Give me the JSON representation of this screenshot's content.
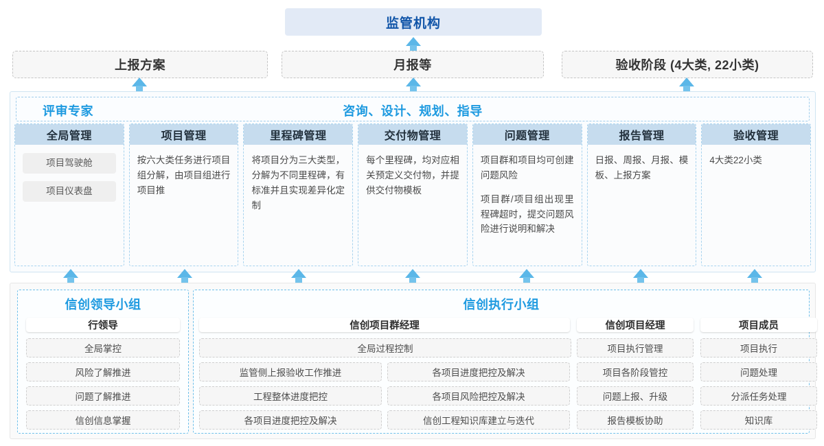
{
  "colors": {
    "accent_blue": "#1e9ae0",
    "title_blue": "#1155a8",
    "card_head": "#c6dcee",
    "top_box_bg": "#e2eaf6",
    "arrow": "#5bb7e8"
  },
  "top": {
    "authority_label": "监管机构"
  },
  "reports": [
    {
      "label": "上报方案"
    },
    {
      "label": "月报等"
    },
    {
      "label": "验收阶段 (4大类, 22小类)"
    }
  ],
  "services_panel": {
    "left_title": "评审专家",
    "center_title": "咨询、设计、规划、指导",
    "cards": [
      {
        "title": "全局管理",
        "chips": [
          "项目驾驶舱",
          "项目仪表盘"
        ],
        "paragraphs": []
      },
      {
        "title": "项目管理",
        "chips": [],
        "paragraphs": [
          "按六大类任务进行项目组分解，由项目组进行项目推"
        ]
      },
      {
        "title": "里程碑管理",
        "chips": [],
        "paragraphs": [
          "将项目分为三大类型，分解为不同里程碑，有标准并且实现差异化定制"
        ]
      },
      {
        "title": "交付物管理",
        "chips": [],
        "paragraphs": [
          "每个里程碑，均对应相关预定义交付物，并提供交付物模板"
        ]
      },
      {
        "title": "问题管理",
        "chips": [],
        "paragraphs": [
          "项目群和项目均可创建问题风险",
          "项目群/项目组出现里程碑超时，提交问题风险进行说明和解决"
        ]
      },
      {
        "title": "报告管理",
        "chips": [],
        "paragraphs": [
          "日报、周报、月报、模板、上报方案"
        ]
      },
      {
        "title": "验收管理",
        "chips": [],
        "paragraphs": [
          "4大类22小类"
        ]
      }
    ]
  },
  "teams": {
    "leading_group": {
      "title": "信创领导小组",
      "role": "行领导",
      "items": [
        "全局掌控",
        "风险了解推进",
        "问题了解推进",
        "信创信息掌握"
      ]
    },
    "execution_group": {
      "title": "信创执行小组",
      "program_manager": {
        "role": "信创项目群经理",
        "full_item": "全局过程控制",
        "left_items": [
          "监管侧上报验收工作推进",
          "工程整体进度把控",
          "各项目进度把控及解决"
        ],
        "right_items": [
          "各项目进度把控及解决",
          "各项目风险把控及解决",
          "信创工程知识库建立与迭代"
        ]
      },
      "project_manager": {
        "role": "信创项目经理",
        "items": [
          "项目执行管理",
          "项目各阶段管控",
          "问题上报、升级",
          "报告模板协助"
        ]
      },
      "project_member": {
        "role": "项目成员",
        "items": [
          "项目执行",
          "问题处理",
          "分派任务处理",
          "知识库"
        ]
      }
    }
  }
}
